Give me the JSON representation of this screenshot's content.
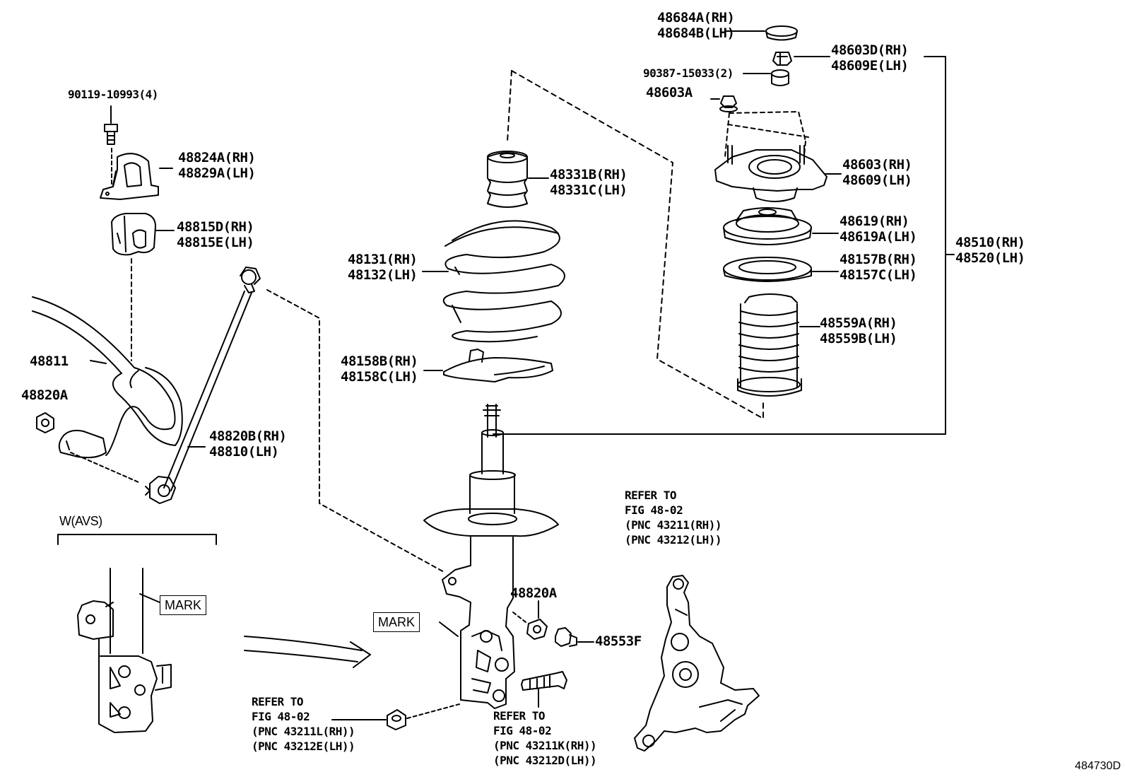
{
  "labels": {
    "p48684": [
      "48684A(RH)",
      "48684B(LH)"
    ],
    "p48603D": [
      "48603D(RH)",
      "48609E(LH)"
    ],
    "p90387": "90387-15033(2)",
    "p48603A": "48603A",
    "p48603": [
      "48603(RH)",
      "48609(LH)"
    ],
    "p48619": [
      "48619(RH)",
      "48619A(LH)"
    ],
    "p48510": [
      "48510(RH)",
      "48520(LH)"
    ],
    "p48157": [
      "48157B(RH)",
      "48157C(LH)"
    ],
    "p48559": [
      "48559A(RH)",
      "48559B(LH)"
    ],
    "p48331": [
      "48331B(RH)",
      "48331C(LH)"
    ],
    "p48131": [
      "48131(RH)",
      "48132(LH)"
    ],
    "p48158": [
      "48158B(RH)",
      "48158C(LH)"
    ],
    "p90119": "90119-10993(4)",
    "p48824": [
      "48824A(RH)",
      "48829A(LH)"
    ],
    "p48815": [
      "48815D(RH)",
      "48815E(LH)"
    ],
    "p48811": "48811",
    "p48820A_left": "48820A",
    "p48820B": [
      "48820B(RH)",
      "48810(LH)"
    ],
    "p48820A_mid": "48820A",
    "p48553F": "48553F",
    "wavs": "W(AVS)",
    "mark1": "MARK",
    "mark2": "MARK",
    "ref_knuckle": [
      "REFER TO",
      "FIG 48-02",
      "(PNC 43211(RH))",
      "(PNC 43212(LH))"
    ],
    "ref_nut": [
      "REFER TO",
      "FIG 48-02",
      "(PNC 43211L(RH))",
      "(PNC 43212E(LH))"
    ],
    "ref_bolt": [
      "REFER TO",
      "FIG 48-02",
      "(PNC 43211K(RH))",
      "(PNC 43212D(LH))"
    ]
  },
  "figure_id": "484730D"
}
